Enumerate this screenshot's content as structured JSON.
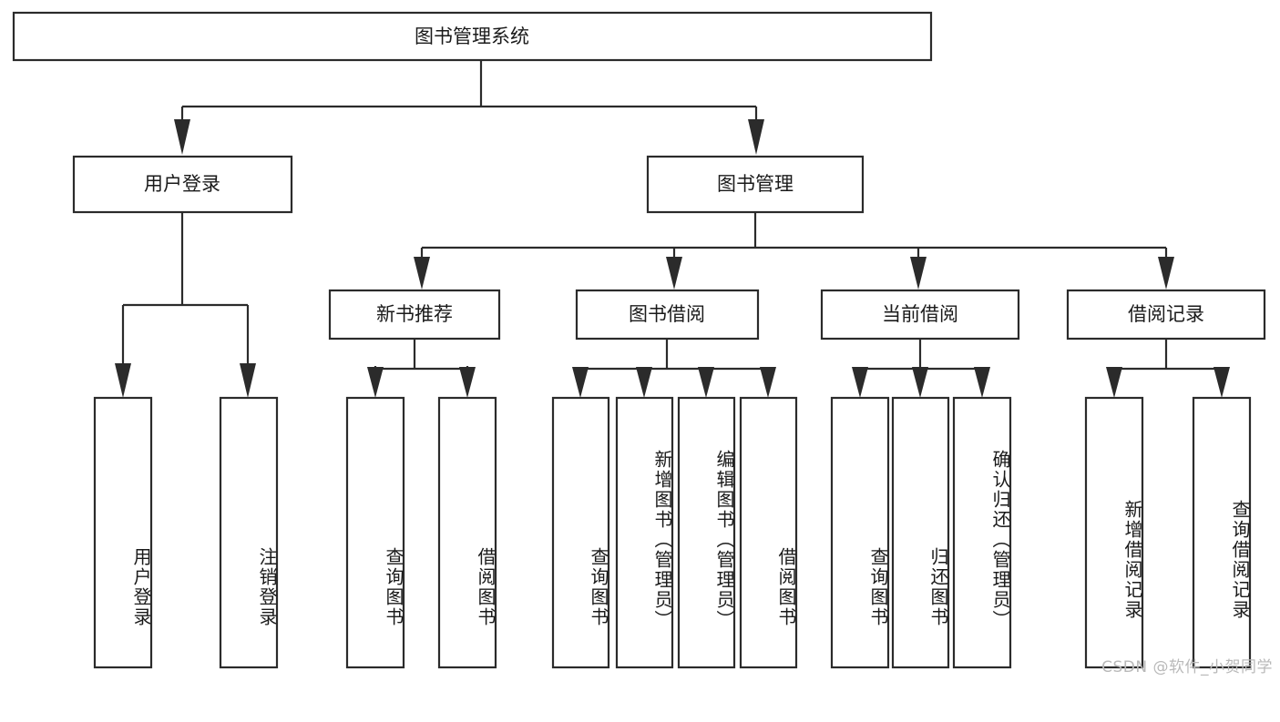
{
  "diagram": {
    "title": "图书管理系统",
    "type": "tree-hierarchy",
    "root": {
      "label": "图书管理系统"
    },
    "level2": [
      {
        "label": "用户登录"
      },
      {
        "label": "图书管理"
      }
    ],
    "level3": [
      {
        "label": "新书推荐",
        "parent": "图书管理"
      },
      {
        "label": "图书借阅",
        "parent": "图书管理"
      },
      {
        "label": "当前借阅",
        "parent": "图书管理"
      },
      {
        "label": "借阅记录",
        "parent": "图书管理"
      }
    ],
    "leaves": {
      "user_login": [
        {
          "label": "用户登录"
        },
        {
          "label": "注销登录"
        }
      ],
      "new_book_recommend": [
        {
          "label": "查询图书"
        },
        {
          "label": "借阅图书"
        }
      ],
      "book_borrow": [
        {
          "label": "查询图书"
        },
        {
          "label": "新增图书（管理员）"
        },
        {
          "label": "编辑图书（管理员）"
        },
        {
          "label": "借阅图书"
        }
      ],
      "current_borrow": [
        {
          "label": "查询图书"
        },
        {
          "label": "归还图书"
        },
        {
          "label": "确认归还（管理员）"
        }
      ],
      "borrow_record": [
        {
          "label": "新增借阅记录"
        },
        {
          "label": "查询借阅记录"
        }
      ]
    }
  },
  "watermark": {
    "text": "CSDN @软件_小贺同学"
  },
  "colors": {
    "background": "#ffffff",
    "stroke": "#2b2b2b",
    "text": "#1a1a1a",
    "watermark": "#b9b9b9"
  }
}
